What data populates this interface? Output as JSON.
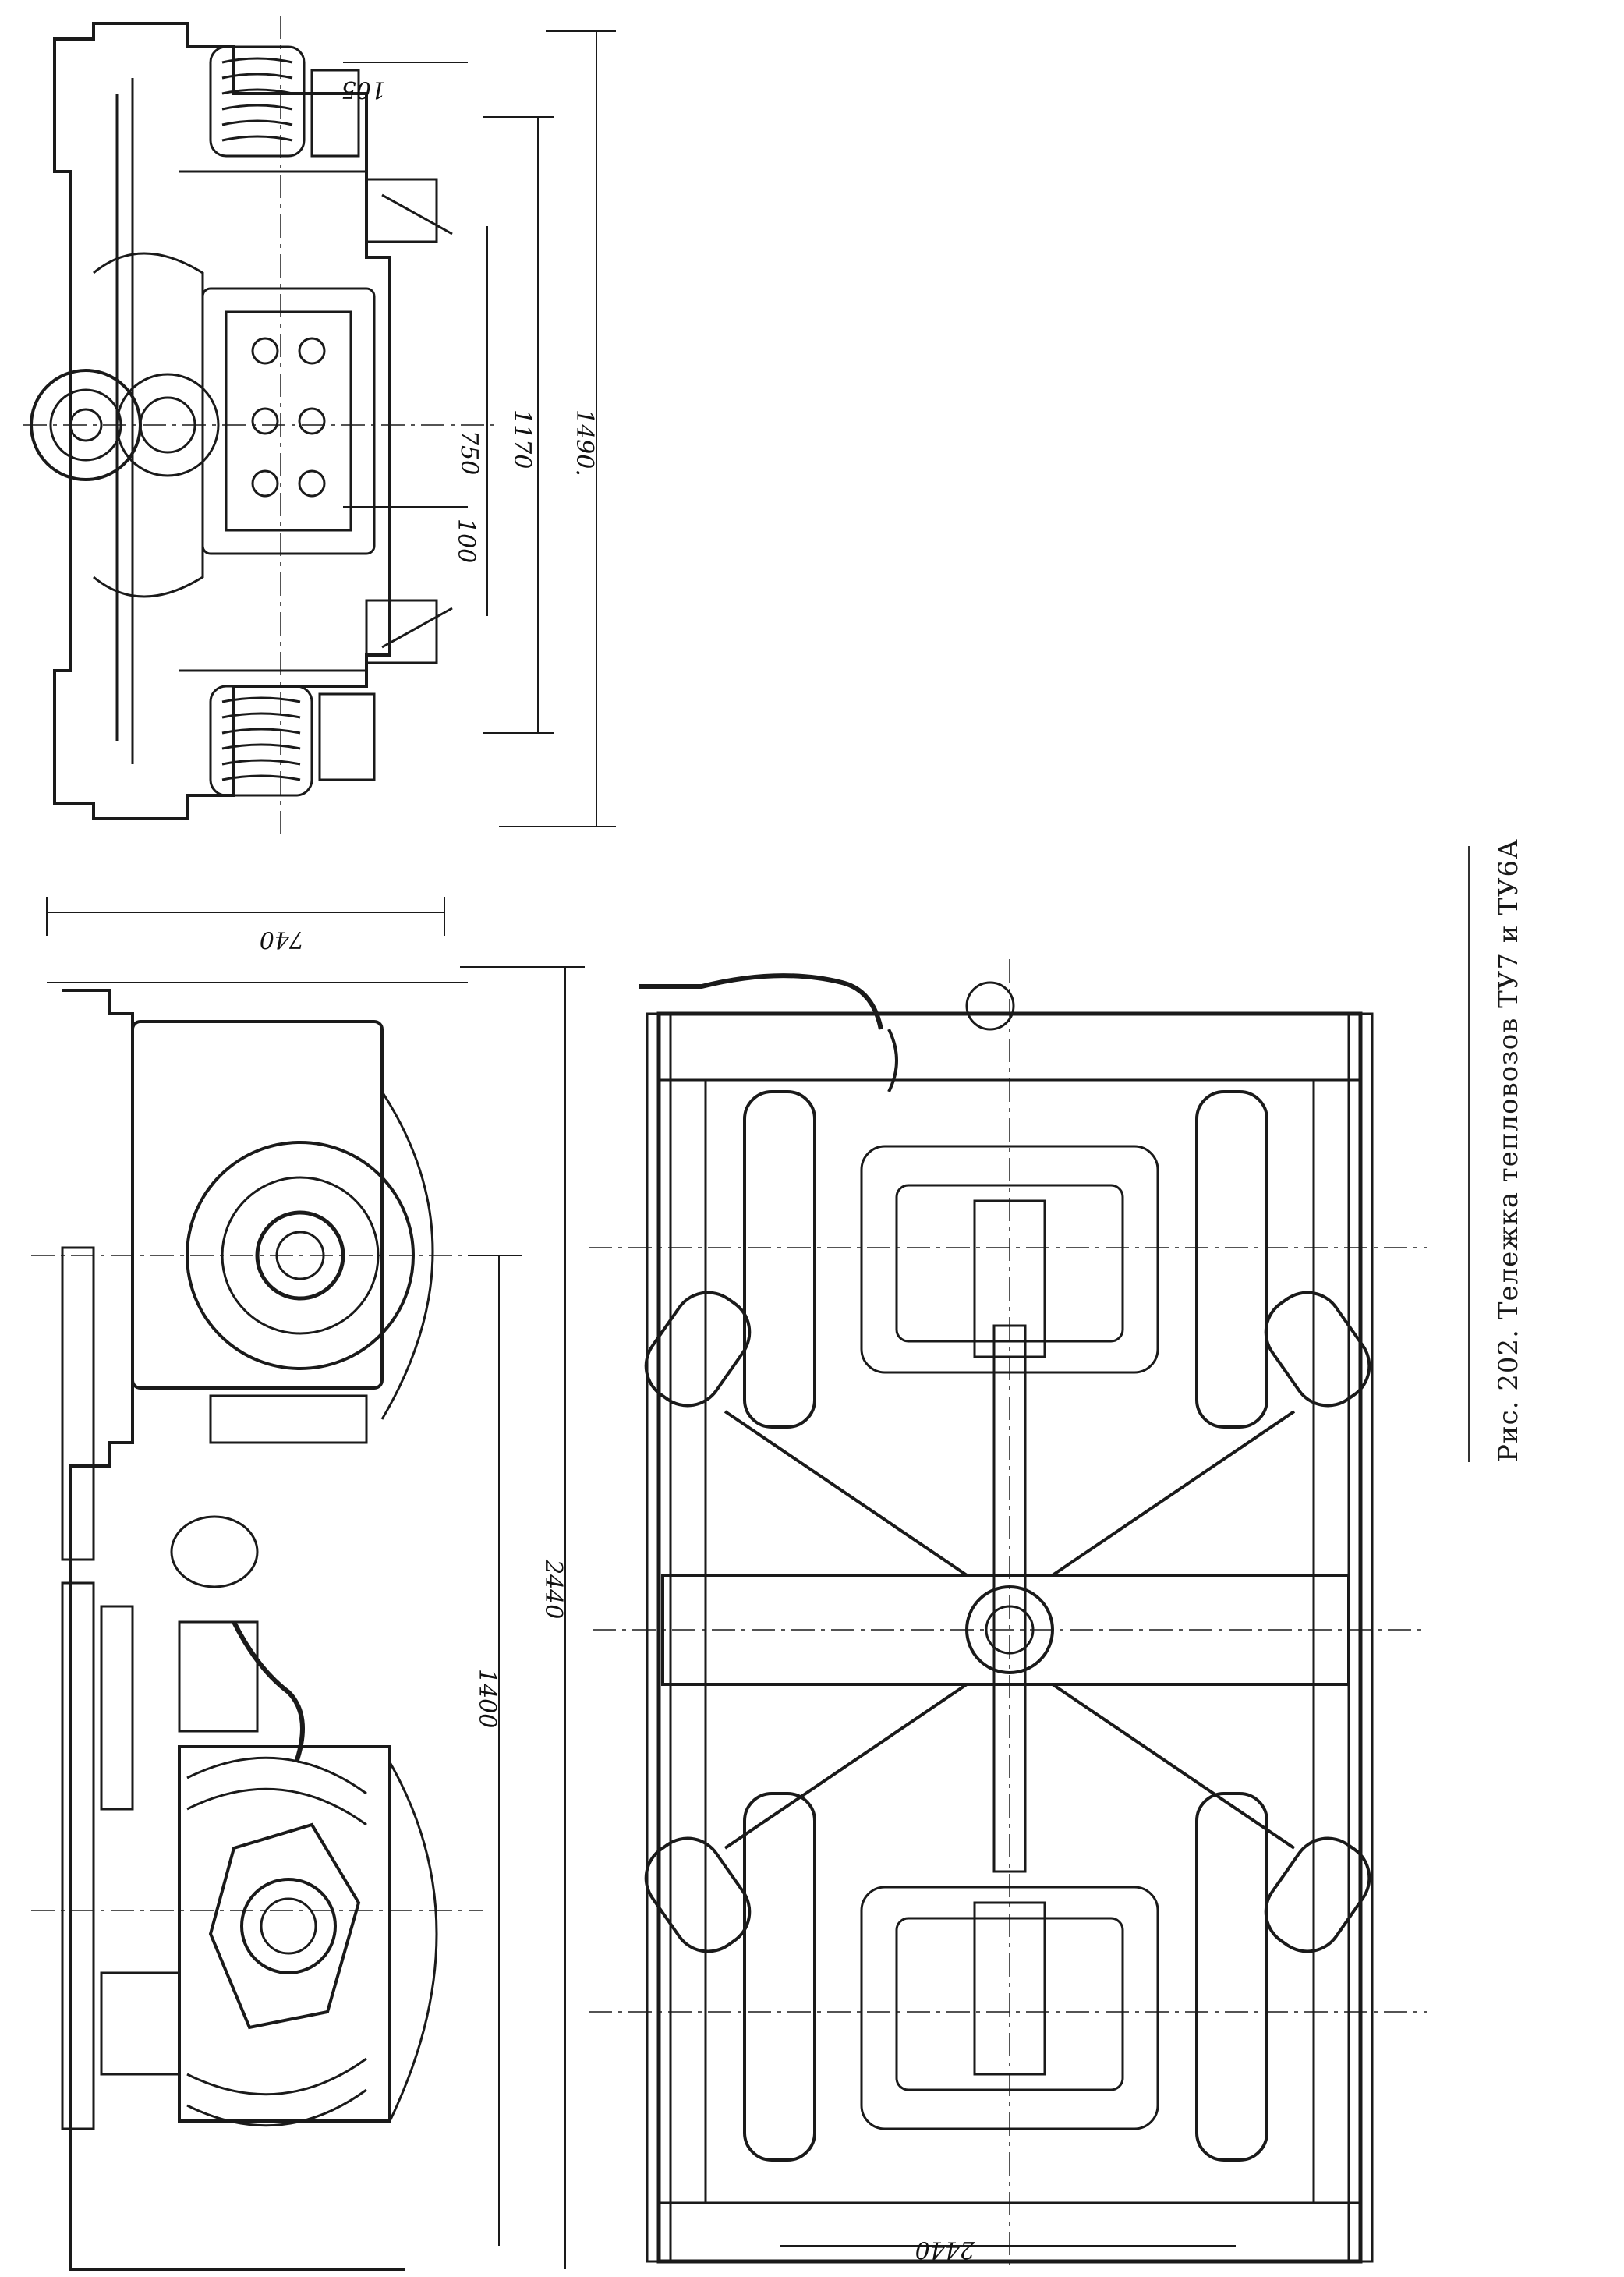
{
  "caption": "Рис. 202. Тележка тепловозов ТУ7 и ТУ6А",
  "dimensions": {
    "d105": "105",
    "d100": "100",
    "d750": "750",
    "d1170": "1170",
    "d1490": "1490.",
    "d740": "740",
    "d1400": "1400",
    "d2440_side": "2440",
    "d2440_plan": "2440"
  }
}
